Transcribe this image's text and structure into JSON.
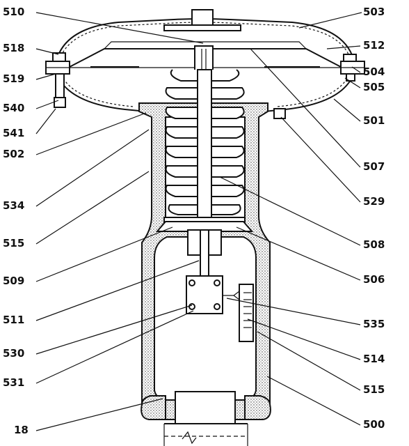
{
  "callouts": {
    "l510": "510",
    "l503": "503",
    "l518": "518",
    "l512": "512",
    "l519": "519",
    "l504": "504",
    "l540": "540",
    "l505": "505",
    "l541": "541",
    "l501": "501",
    "l502": "502",
    "l507": "507",
    "l534": "534",
    "l529": "529",
    "l515a": "515",
    "l508": "508",
    "l509": "509",
    "l506": "506",
    "l511": "511",
    "l535": "535",
    "l530": "530",
    "l514": "514",
    "l531": "531",
    "l515b": "515",
    "l18": "18",
    "l500": "500"
  }
}
